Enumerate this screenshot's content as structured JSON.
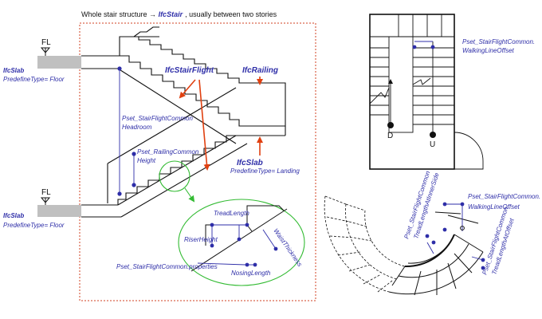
{
  "header": {
    "text_prefix": "Whole stair structure",
    "arrow": "→",
    "entity": "IfcStair",
    "text_suffix": ", usually between two stories"
  },
  "labels": {
    "fl_top": "FL",
    "fl_bottom": "FL",
    "slab_top_name": "IfcSlab",
    "slab_top_type": "PredefineType= Floor",
    "slab_bottom_name": "IfcSlab",
    "slab_bottom_type": "PredefineType= Floor",
    "stair_flight": "IfcStairFlight",
    "railing": "IfcRailing",
    "landing_name": "IfcSlab",
    "landing_type": "PredefineType= Landing",
    "headroom_1": "Pset_StairFlightCommon",
    "headroom_2": "Headroom",
    "railing_height_1": "Pset_RailingCommon",
    "railing_height_2": "Height",
    "tread_length": "TreadLength",
    "riser_height": "RiserHeight",
    "waist_thickness": "WaistThickness",
    "nosing_length": "NosingLength",
    "properties": "Pset_StairFlightCommon.properties",
    "walking_line_top_1": "Pset_StairFlightCommon.",
    "walking_line_top_2": "WalkingLineOffset",
    "down": "D",
    "up": "U",
    "walking_line_bot_1": "Pset_StairFlightCommon.",
    "walking_line_bot_2": "WalkingLineOffset",
    "tread_at_inner_1": "Pset_StairFlightCommon",
    "tread_at_inner_2": "TreadLengthAtInnerSide",
    "tread_at_offset_1": "Pset_StairFlightCommon",
    "tread_at_offset_2": "TreadLengthAtOffset"
  },
  "colors": {
    "dim_blue": "#2e2ea8",
    "arrow_orange": "#e04010",
    "border_red": "#d04020",
    "detail_green": "#33bb33",
    "slab_grey": "#c0c0c0"
  }
}
